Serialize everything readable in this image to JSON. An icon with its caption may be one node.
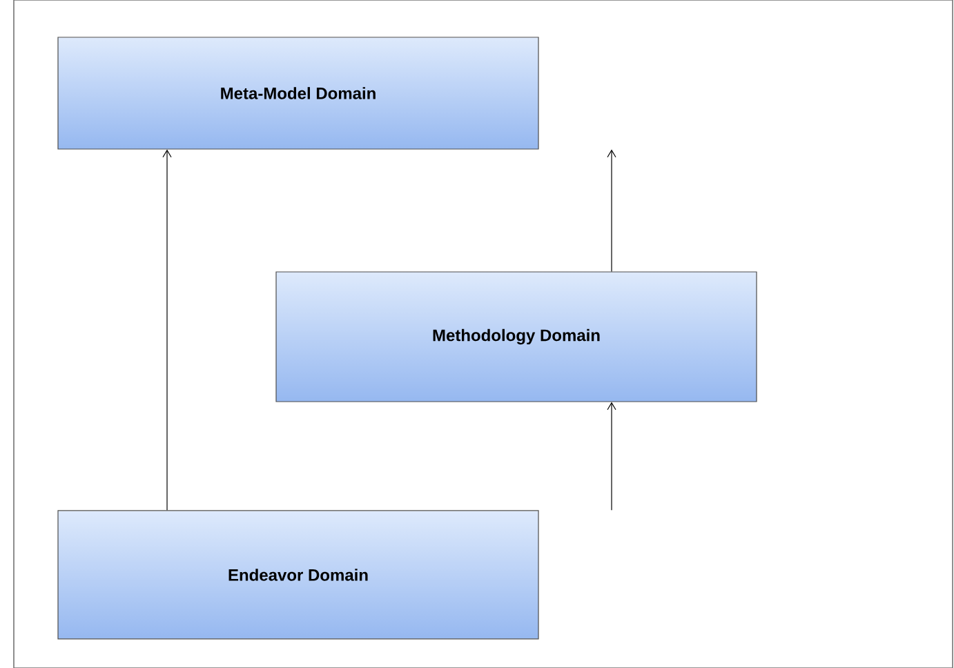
{
  "diagram": {
    "nodes": [
      {
        "text": [
          "Meta-Model Domain"
        ]
      },
      {
        "text": [
          "Methodology Domain"
        ]
      },
      {
        "text": [
          "Endeavor Domain"
        ]
      }
    ],
    "edges": [
      {
        "from": 2,
        "to": 0,
        "arrow": "to"
      },
      {
        "from": 1,
        "to": 0,
        "arrow": "to"
      },
      {
        "from": 2,
        "to": 1,
        "arrow": "to"
      }
    ]
  }
}
